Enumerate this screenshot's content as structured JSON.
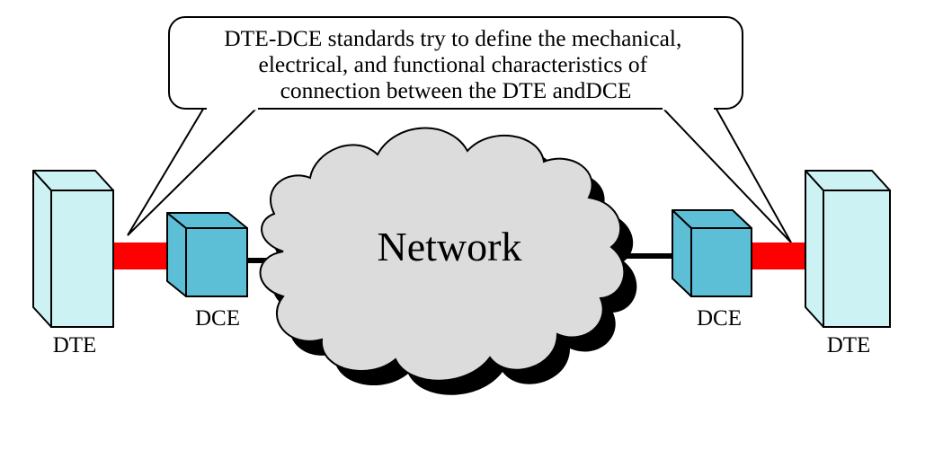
{
  "callout": {
    "lines": [
      "DTE-DCE standards try to define the mechanical,",
      "electrical, and functional characteristics of",
      "connection between the DTE andDCE"
    ]
  },
  "network": {
    "label": "Network"
  },
  "left": {
    "dte_label": "DTE",
    "dce_label": "DCE"
  },
  "right": {
    "dte_label": "DTE",
    "dce_label": "DCE"
  },
  "colors": {
    "dte_fill": "#cdf2f4",
    "dce_fill": "#5cbfd6",
    "cloud_fill": "#dcdcdc",
    "cloud_shadow": "#000000",
    "dte_dce_link": "#ff0000",
    "dce_network_link": "#000000"
  }
}
